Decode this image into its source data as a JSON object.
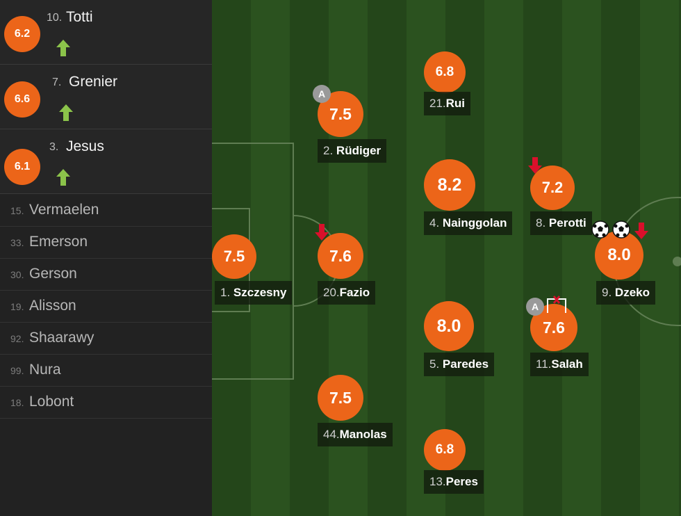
{
  "substitutes": [
    {
      "number": "10.",
      "name": "Totti",
      "rating": "6.2",
      "icon": "sub-in-arrow-icon"
    },
    {
      "number": "7.",
      "name": "Grenier",
      "rating": "6.6",
      "icon": "sub-in-arrow-icon"
    },
    {
      "number": "3.",
      "name": "Jesus",
      "rating": "6.1",
      "icon": "sub-in-arrow-icon"
    }
  ],
  "bench": [
    {
      "number": "15.",
      "name": "Vermaelen"
    },
    {
      "number": "33.",
      "name": "Emerson"
    },
    {
      "number": "30.",
      "name": "Gerson"
    },
    {
      "number": "19.",
      "name": "Alisson"
    },
    {
      "number": "92.",
      "name": "Shaarawy"
    },
    {
      "number": "99.",
      "name": "Nura"
    },
    {
      "number": "18.",
      "name": "Lobont"
    }
  ],
  "pitch_players": [
    {
      "number": "1.",
      "name": "Szczesny",
      "rating": "7.5"
    },
    {
      "number": "2.",
      "name": "Rüdiger",
      "rating": "7.5",
      "badges": [
        "assist-icon"
      ]
    },
    {
      "number": "20.",
      "name": "Fazio",
      "rating": "7.6",
      "badges": [
        "sub-out-arrow-icon"
      ]
    },
    {
      "number": "44.",
      "name": "Manolas",
      "rating": "7.5"
    },
    {
      "number": "21.",
      "name": "Rui",
      "rating": "6.8"
    },
    {
      "number": "4.",
      "name": "Nainggolan",
      "rating": "8.2"
    },
    {
      "number": "5.",
      "name": "Paredes",
      "rating": "8.0"
    },
    {
      "number": "13.",
      "name": "Peres",
      "rating": "6.8"
    },
    {
      "number": "8.",
      "name": "Perotti",
      "rating": "7.2",
      "badges": [
        "sub-out-arrow-icon"
      ]
    },
    {
      "number": "11.",
      "name": "Salah",
      "rating": "7.6",
      "badges": [
        "assist-icon",
        "missed-goal-icon"
      ]
    },
    {
      "number": "9.",
      "name": "Dzeko",
      "rating": "8.0",
      "badges": [
        "goal-ball-icon",
        "goal-ball-icon",
        "sub-out-arrow-icon"
      ]
    }
  ],
  "assist_letter": "A",
  "colors": {
    "rating_orange": "#ec6519",
    "sub_in_green": "#8bc34a",
    "sub_out_red": "#d9102b",
    "pitch_dark": "#24461a",
    "pitch_light": "#2b521f"
  }
}
